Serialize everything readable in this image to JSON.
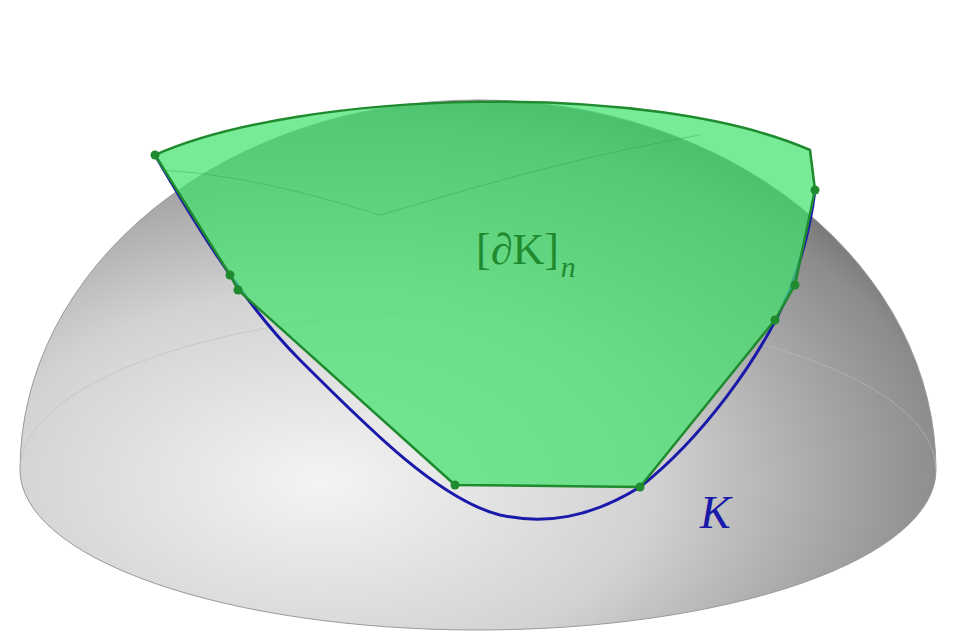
{
  "diagram": {
    "labels": [
      "[∂K]",
      "n",
      "K"
    ]
  }
}
